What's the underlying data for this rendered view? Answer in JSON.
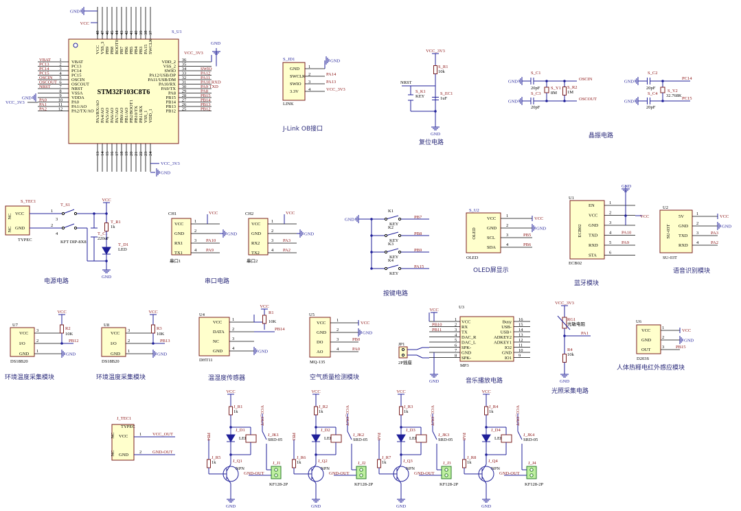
{
  "mcu": {
    "ref": "S_U1",
    "part": "STM32F103C8T6",
    "left_pins": [
      {
        "num": "1",
        "name": "VBAT",
        "net": "VBAT"
      },
      {
        "num": "2",
        "name": "PC13",
        "net": "PC13"
      },
      {
        "num": "3",
        "name": "PC14",
        "net": "PC14"
      },
      {
        "num": "4",
        "name": "PC15",
        "net": "PC15"
      },
      {
        "num": "5",
        "name": "OSCIN",
        "net": "OSCIN"
      },
      {
        "num": "6",
        "name": "OSCOUT",
        "net": "OSCOUT"
      },
      {
        "num": "7",
        "name": "NRST",
        "net": "NRST"
      },
      {
        "num": "8",
        "name": "VSSA",
        "net": "GND"
      },
      {
        "num": "9",
        "name": "VDDA",
        "net": "VCC_3V3"
      },
      {
        "num": "10",
        "name": "PA0",
        "net": "PA0"
      },
      {
        "num": "11",
        "name": "PA1/AO",
        "net": "PA1"
      },
      {
        "num": "12",
        "name": "PA2/TX/AO",
        "net": "PA2"
      }
    ],
    "right_pins": [
      {
        "num": "36",
        "name": "VDD_2",
        "net": ""
      },
      {
        "num": "35",
        "name": "VSS_2",
        "net": ""
      },
      {
        "num": "34",
        "name": "SWIO",
        "net": "SWIO"
      },
      {
        "num": "33",
        "name": "PA12/USB/DP",
        "net": "PA12"
      },
      {
        "num": "32",
        "name": "PA11/USB/DM",
        "net": "PA11"
      },
      {
        "num": "31",
        "name": "PA10/RX",
        "net": "PA10 RXD"
      },
      {
        "num": "30",
        "name": "PA9/TX",
        "net": "PA9 TXD"
      },
      {
        "num": "29",
        "name": "PA8",
        "net": "PA8"
      },
      {
        "num": "28",
        "name": "PB15",
        "net": "PB15"
      },
      {
        "num": "27",
        "name": "PB14",
        "net": "PB14"
      },
      {
        "num": "26",
        "name": "PB13",
        "net": "PB13"
      },
      {
        "num": "25",
        "name": "PB12",
        "net": "PB12"
      }
    ],
    "top_pins": [
      "VCC",
      "VSS_3",
      "PB9",
      "PB8",
      "BOOT0",
      "PB7",
      "PB6",
      "PB5",
      "PB4",
      "PB3",
      "PA15",
      "SWCLK"
    ],
    "top_nums": [
      "48",
      "47",
      "46",
      "45",
      "44",
      "43",
      "42",
      "41",
      "40",
      "39",
      "38",
      "37"
    ],
    "bottom_pins": [
      "PA3/RX/AO",
      "PA4/AO",
      "PA5/AO",
      "PA6/AO",
      "PA7/AO",
      "PB0/AO",
      "PB1/AO",
      "PB2/BOOT1",
      "PB10/TX",
      "PB11/RX",
      "VSS_1",
      "VDD_1"
    ],
    "bottom_nums": [
      "13",
      "14",
      "15",
      "16",
      "17",
      "18",
      "19",
      "20",
      "21",
      "22",
      "23",
      "24"
    ],
    "vcc_label": "VCC",
    "vcc3v3_label": "VCC_3V3",
    "gnd_label": "GND"
  },
  "jlink": {
    "ref": "S_JD1",
    "sub": "LINK",
    "pins": [
      "GND",
      "SWCLK",
      "SWIO",
      "3.3V"
    ],
    "nets": [
      "GND",
      "PA14",
      "PA13",
      "VCC_3V3"
    ],
    "caption": "J-Link OB接口"
  },
  "reset": {
    "vcc": "VCC_3V3",
    "r": "S_R1",
    "r_val": "10k",
    "sw": "S_K1",
    "sw_val": "KEY",
    "c": "S_EC1",
    "c_val": "1uF",
    "net": "NRST",
    "caption": "复位电路"
  },
  "crystal": {
    "c1": "S_C1",
    "c1v": "20pF",
    "c3": "S_C3",
    "c3v": "20pF",
    "y1": "S_Y1",
    "y1v": "8M",
    "r2": "S_R2",
    "r2v": "1M",
    "c2": "S_C2",
    "c2v": "20pF",
    "c4": "S_C4",
    "c4v": "20pF",
    "y2": "S_Y2",
    "y2v": "32.768K",
    "nets": [
      "OSCIN",
      "OSCOUT",
      "PC14",
      "PC15"
    ],
    "caption": "晶振电路"
  },
  "power": {
    "ref": "S_TEC1",
    "sub": "TYPEC",
    "sw": "T_S1",
    "sw_val": "KFT DIP-8X8",
    "r": "T_R1",
    "r_val": "1k",
    "c": "T_C1",
    "c_val": "220uF",
    "d": "T_D1",
    "d_val": "LED",
    "caption": "电源电路"
  },
  "uart": [
    {
      "ref": "CH1",
      "pins": [
        "VCC",
        "GND",
        "RX1",
        "TX1"
      ],
      "nets": [
        "VCC",
        "GND",
        "PA10",
        "PA9"
      ],
      "sub": "串口1"
    },
    {
      "ref": "CH2",
      "pins": [
        "VCC",
        "GND",
        "RX2",
        "TX2"
      ],
      "nets": [
        "VCC",
        "GND",
        "PA3",
        "PA2"
      ],
      "sub": "串口2"
    }
  ],
  "uart_caption": "串口电路",
  "keys": {
    "items": [
      {
        "ref": "K1",
        "val": "KEY",
        "net": "PB7"
      },
      {
        "ref": "K2",
        "val": "KEY",
        "net": "PB8"
      },
      {
        "ref": "K3",
        "val": "KEY",
        "net": "PB9"
      },
      {
        "ref": "K4",
        "val": "KEY",
        "net": "PA15"
      }
    ],
    "caption": "按键电路"
  },
  "oled": {
    "ref": "S_U2",
    "part": "OLED",
    "pins": [
      "VCC",
      "GND",
      "SCL",
      "SDA"
    ],
    "nets": [
      "VCC",
      "GND",
      "PB5",
      "PB6"
    ],
    "caption": "OLED屏显示"
  },
  "bt": {
    "ref": "U1",
    "part": "ECB02",
    "pins": [
      "EN",
      "VCC",
      "GND",
      "TXD",
      "RXD",
      "STA"
    ],
    "nets": [
      "GND",
      "VCC",
      "",
      "PA10",
      "PA9",
      ""
    ],
    "caption": "蓝牙模块"
  },
  "voice": {
    "ref": "U2",
    "part": "SU-03T",
    "pins": [
      "5V",
      "GND",
      "TXD",
      "RXD"
    ],
    "nets": [
      "VCC",
      "GND",
      "PA3",
      "PA2"
    ],
    "caption": "语音识别模块"
  },
  "ds1": {
    "ref": "U7",
    "part": "DS18B20",
    "r": "R2",
    "rv": "10K",
    "net": "PB12",
    "pins": [
      "VCC",
      "I/O",
      "GND"
    ],
    "caption": "环境温度采集模块"
  },
  "ds2": {
    "ref": "U8",
    "part": "DS18B20",
    "r": "R3",
    "rv": "10K",
    "net": "PB13",
    "pins": [
      "VCC",
      "I/O",
      "GND"
    ],
    "caption": "环境温度采集模块"
  },
  "dht": {
    "ref": "U4",
    "part": "DHT11",
    "r": "R1",
    "rv": "10K",
    "net": "PB14",
    "pins": [
      "VCC",
      "DATA",
      "NC",
      "GND"
    ],
    "caption": "温湿度传感器"
  },
  "mq": {
    "ref": "U5",
    "part": "MQ-135",
    "pins": [
      "VCC",
      "GND",
      "DO",
      "AO"
    ],
    "nets": [
      "VCC",
      "GND",
      "PB0",
      "PA0"
    ],
    "caption": "空气质量检测模块"
  },
  "mp3": {
    "ref": "U3",
    "part": "MP3",
    "left": [
      "VCC",
      "RX",
      "TX",
      "DAC_R",
      "DAC_L",
      "SPK-",
      "GND",
      "SPK-"
    ],
    "right": [
      "Busy",
      "USB-",
      "USB+",
      "ADKEY2",
      "ADKEY1",
      "IO2",
      "GND",
      "IO1"
    ],
    "lnums": [
      "1",
      "2",
      "3",
      "4",
      "5",
      "6",
      "7",
      "8"
    ],
    "rnums": [
      "16",
      "15",
      "14",
      "13",
      "12",
      "11",
      "10",
      "9"
    ],
    "lnets": [
      "VCC",
      "PB10",
      "PB11",
      "",
      "",
      "",
      "",
      ""
    ],
    "jp": "JP1",
    "jpv": "2P插座",
    "caption": "音乐播放电路"
  },
  "light": {
    "vcc": "VCC_3V3",
    "rg": "RG1",
    "rgv": "光敏电阻",
    "r": "R4",
    "rv": "10k",
    "net": "PA1",
    "caption": "光照采集电路"
  },
  "pir": {
    "ref": "U6",
    "part": "D203S",
    "pins": [
      "VCC",
      "GND",
      "OUT"
    ],
    "nets": [
      "VCC",
      "GND",
      "PB15"
    ],
    "caption": "人体热释电红外感应模块"
  },
  "tec2": {
    "ref": "J_TEC1",
    "sub": "TYPEC",
    "nets": [
      "VCC_OUT",
      "GND-OUT"
    ]
  },
  "relays": [
    {
      "r1": "J_R1",
      "d": "J_D1",
      "k": "J_JK1",
      "kv": "SRD-05",
      "q": "J_Q1",
      "r5": "J_R5",
      "j": "J_J1",
      "in": "PB4",
      "out": "VCC_OUT"
    },
    {
      "r1": "J_R2",
      "d": "J_D2",
      "k": "J_JK2",
      "kv": "SRD-05",
      "q": "J_Q2",
      "r5": "J_R6",
      "j": "J_J2",
      "in": "PB3",
      "out": "VCC_OUT"
    },
    {
      "r1": "J_R3",
      "d": "J_D3",
      "k": "J_JK3",
      "kv": "SRD-05",
      "q": "J_Q3",
      "r5": "J_R7",
      "j": "J_J3",
      "in": "PA8",
      "out": "VCC_OUT"
    },
    {
      "r1": "J_R4",
      "d": "J_D4",
      "k": "J_JK4",
      "kv": "SRD-05",
      "q": "J_Q4",
      "r5": "J_R8",
      "j": "J_J4",
      "in": "PA8",
      "out": "VCC_OUT"
    }
  ],
  "relay_common": {
    "rv": "1k",
    "dv": "LED",
    "q": "NPN",
    "jv": "KF128-2P",
    "gndout": "GND-OUT",
    "vcc": "VCC",
    "gnd": "GND"
  }
}
